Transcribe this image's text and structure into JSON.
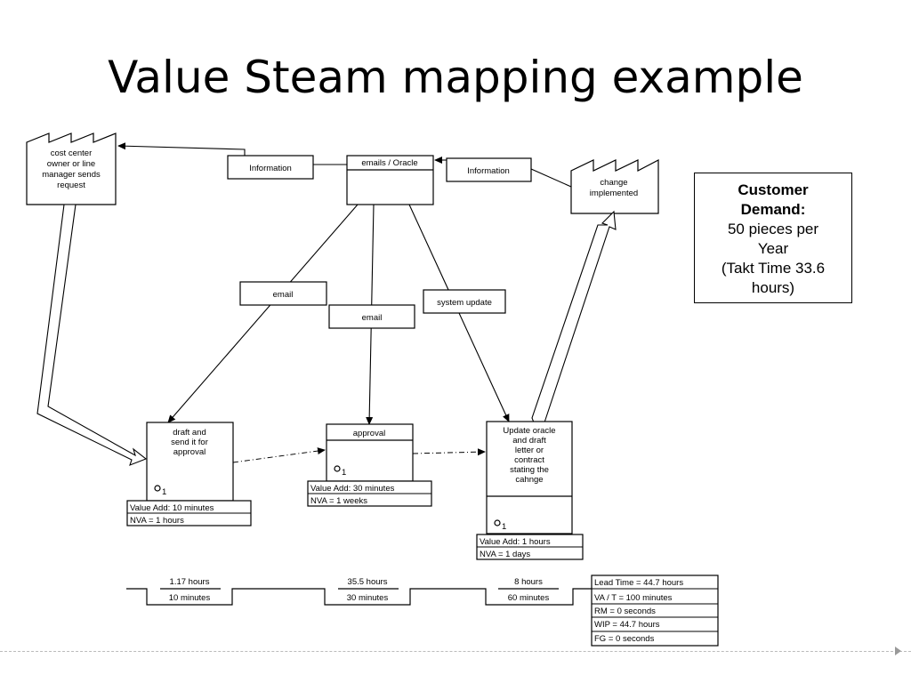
{
  "slide": {
    "title": "Value Steam mapping example"
  },
  "supplier": {
    "lines": [
      "cost center",
      "owner or line",
      "manager sends",
      "request"
    ]
  },
  "customer": {
    "lines": [
      "change",
      "implemented"
    ]
  },
  "control": {
    "label": "emails / Oracle"
  },
  "info_left": {
    "label": "Information"
  },
  "info_right": {
    "label": "Information"
  },
  "flows": [
    {
      "label": "email"
    },
    {
      "label": "email"
    },
    {
      "label": "system update"
    }
  ],
  "processes": [
    {
      "lines": [
        "draft  and",
        "send it for",
        "approval"
      ],
      "operators": "1",
      "value_add": "Value Add: 10 minutes",
      "nva": "NVA = 1 hours"
    },
    {
      "lines": [
        "approval"
      ],
      "operators": "1",
      "value_add": "Value Add: 30 minutes",
      "nva": "NVA = 1 weeks"
    },
    {
      "lines": [
        "Update oracle",
        "and draft",
        "letter or",
        "contract",
        "stating the",
        "cahnge"
      ],
      "operators": "1",
      "value_add": "Value Add: 1 hours",
      "nva": "NVA = 1 days"
    }
  ],
  "timeline": [
    {
      "top": "1.17 hours",
      "bottom": "10 minutes"
    },
    {
      "top": "35.5 hours",
      "bottom": "30 minutes"
    },
    {
      "top": "8 hours",
      "bottom": "60 minutes"
    }
  ],
  "summary": [
    "Lead Time = 44.7 hours",
    "VA / T = 100 minutes",
    "RM = 0 seconds",
    "WIP = 44.7 hours",
    "FG = 0 seconds"
  ],
  "demand": {
    "head1": "Customer",
    "head2": "Demand:",
    "line1": "50 pieces per",
    "line2": "Year",
    "line3": "(Takt Time 33.6",
    "line4": "hours)"
  }
}
